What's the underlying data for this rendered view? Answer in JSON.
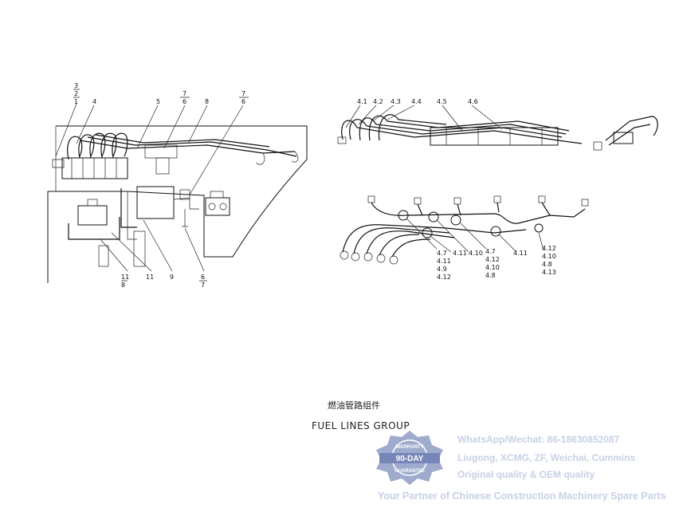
{
  "caption": {
    "chinese": "燃油管路组件",
    "english": "FUEL LINES GROUP"
  },
  "left_view_labels": [
    "3",
    "2",
    "1",
    "4",
    "5",
    "7",
    "6",
    "8",
    "7",
    "6",
    "11",
    "8",
    "11",
    "9",
    "6",
    "7"
  ],
  "right_top_labels": [
    "4.1",
    "4.2",
    "4.3",
    "4.4",
    "4.5",
    "4.6"
  ],
  "right_bottom_labels": {
    "group_a": [
      "4.7",
      "4.11",
      "4.9",
      "4.12"
    ],
    "single_a": "4.11",
    "single_b": "4.10",
    "group_b": [
      "4.7",
      "4.12",
      "4.10",
      "4.8"
    ],
    "single_c": "4.11",
    "group_c": [
      "4.12",
      "4.10",
      "4.8",
      "4.13"
    ]
  },
  "watermark": {
    "seal_top": "WARRANTY",
    "seal_mid": "90-DAY",
    "seal_bottom": "GUARANTEE",
    "line1": "WhatsApp/Wechat: 86-18630852087",
    "line2": "Liugong, XCMG, ZF, Weichai, Cummins",
    "line3": "Original quality & OEM quality",
    "line4": "Your Partner of Chinese Construction Machinery Spare Parts"
  },
  "colors": {
    "line": "#111111",
    "watermark": "#c7d0e6",
    "seal": "#8e9cc4"
  }
}
